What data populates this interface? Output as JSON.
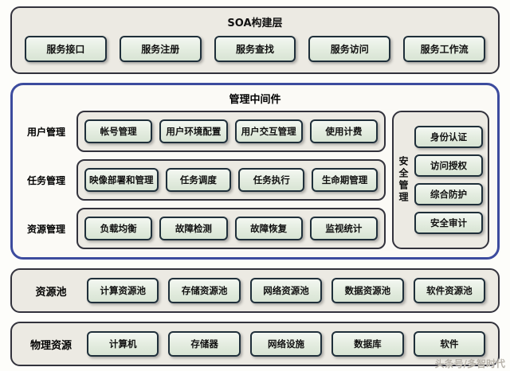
{
  "soa": {
    "title": "SOA构建层",
    "items": [
      "服务接口",
      "服务注册",
      "服务查找",
      "服务访问",
      "服务工作流"
    ]
  },
  "middleware": {
    "title": "管理中间件",
    "rows": [
      {
        "label": "用户管理",
        "items": [
          "帐号管理",
          "用户环境配置",
          "用户交互管理",
          "使用计费"
        ]
      },
      {
        "label": "任务管理",
        "items": [
          "映像部署和管理",
          "任务调度",
          "任务执行",
          "生命期管理"
        ]
      },
      {
        "label": "资源管理",
        "items": [
          "负载均衡",
          "故障检测",
          "故障恢复",
          "监视统计"
        ]
      }
    ],
    "security": {
      "label": "安全管理",
      "items": [
        "身份认证",
        "访问授权",
        "综合防护",
        "安全审计"
      ]
    }
  },
  "pools": {
    "label": "资源池",
    "items": [
      "计算资源池",
      "存储资源池",
      "网络资源池",
      "数据资源池",
      "软件资源池"
    ]
  },
  "physical": {
    "label": "物理资源",
    "items": [
      "计算机",
      "存储器",
      "网络设施",
      "数据库",
      "软件"
    ]
  },
  "watermark": {
    "text": "头条号/多智时代"
  },
  "colors": {
    "panel_bg": "#ECEAE3",
    "panel_border": "#32323c",
    "box_bg": "#e3ecdf",
    "box_border": "#1f2f3a",
    "middleware_border": "#3c4b9e"
  }
}
